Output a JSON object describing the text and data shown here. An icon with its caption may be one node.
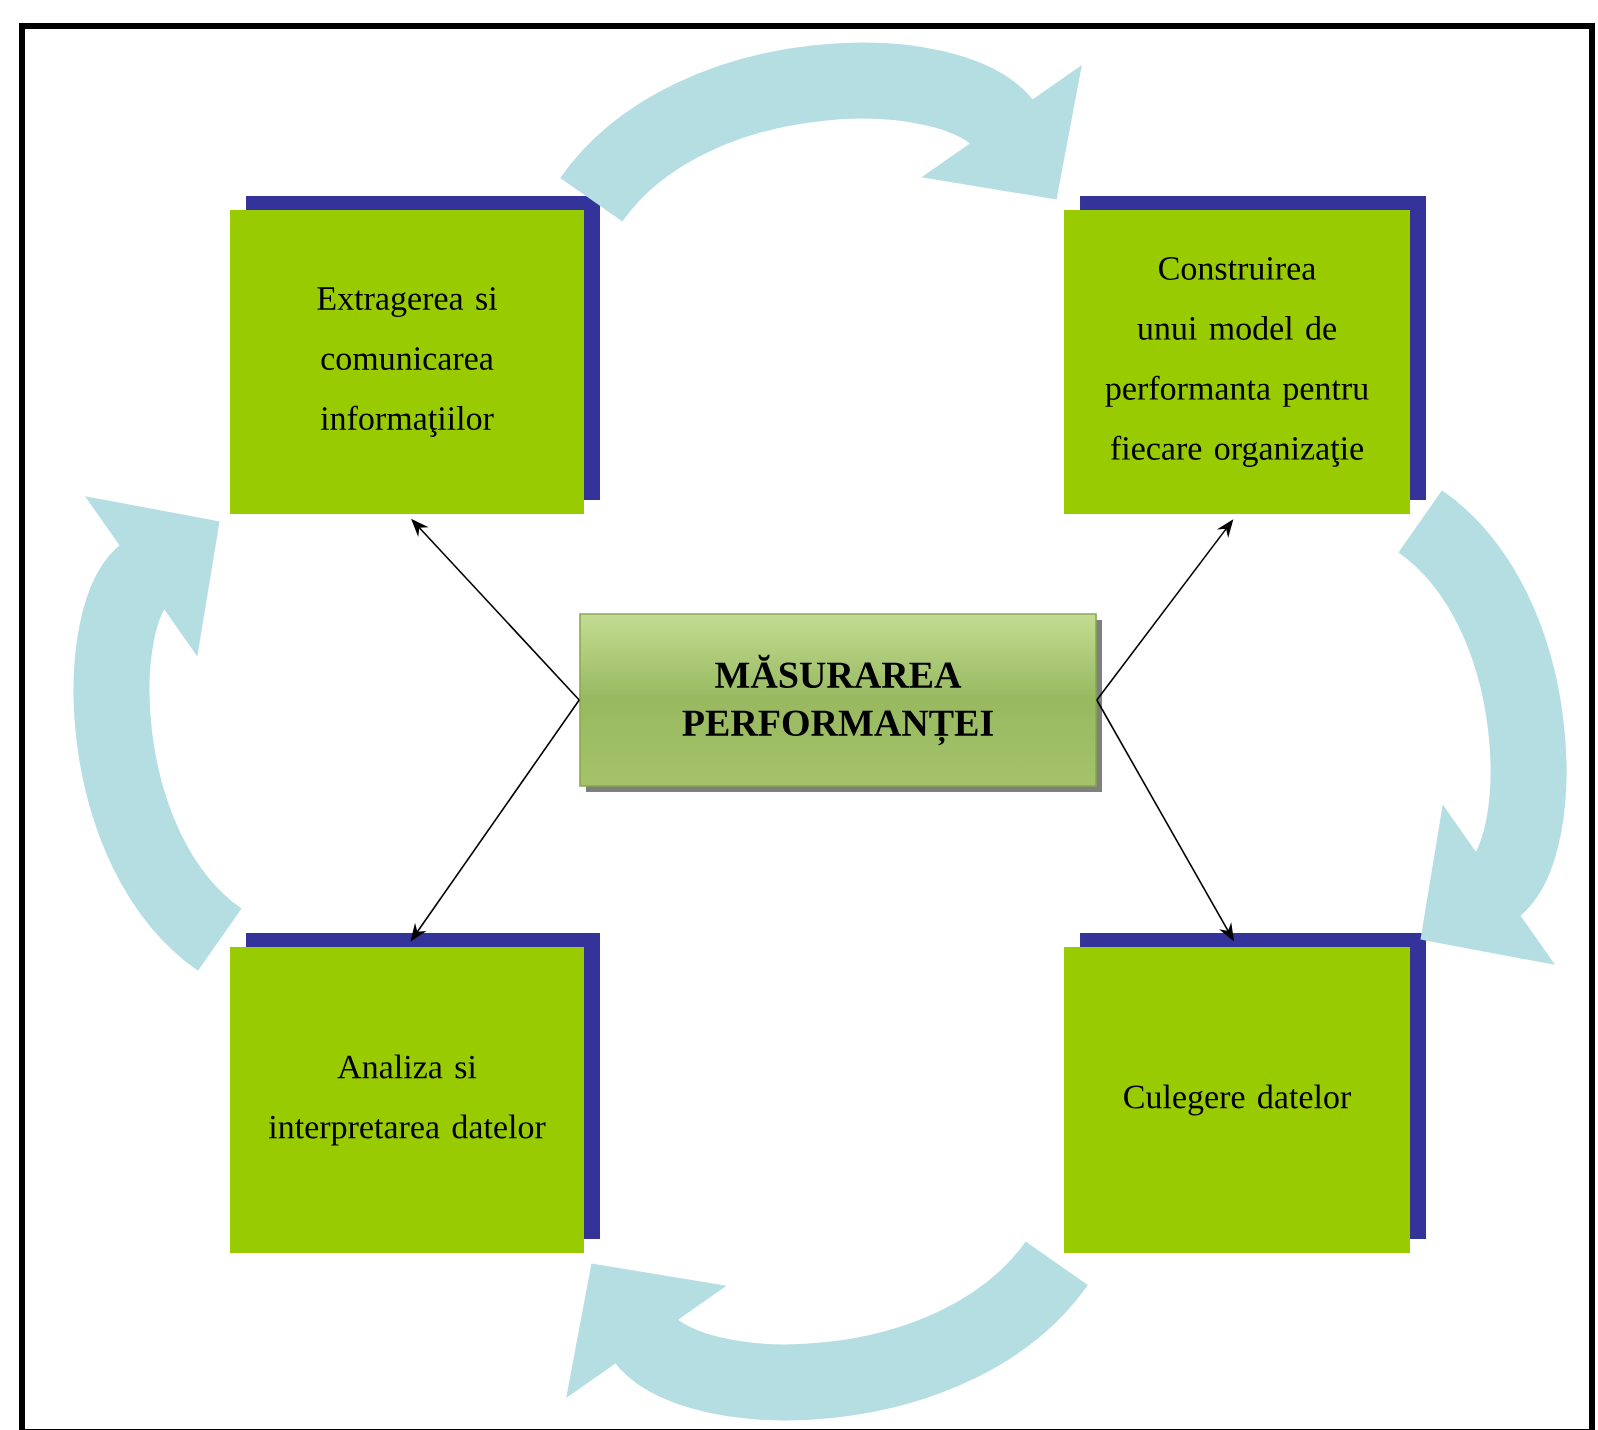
{
  "diagram": {
    "nodes": [
      {
        "text": [
          "MĂSURAREA PERFORMANȚEI"
        ]
      },
      {
        "text": [
          "Extragerea si comunicarea informaţiilor"
        ]
      },
      {
        "text": [
          "Construirea unui model de performanta pentru fiecare organizaţie"
        ]
      },
      {
        "text": [
          "Culegere datelor"
        ]
      },
      {
        "text": [
          "Analiza si interpretarea datelor"
        ]
      }
    ],
    "edges": [
      {
        "from": 0,
        "to": 1,
        "arrow": "to"
      },
      {
        "from": 0,
        "to": 2,
        "arrow": "to"
      },
      {
        "from": 0,
        "to": 3,
        "arrow": "to"
      },
      {
        "from": 0,
        "to": 4,
        "arrow": "to"
      },
      {
        "from": 1,
        "to": 2,
        "arrow": "to",
        "style": "thick",
        "color": "#b4dee2"
      },
      {
        "from": 2,
        "to": 3,
        "arrow": "to",
        "style": "thick",
        "color": "#b4dee2"
      },
      {
        "from": 3,
        "to": 4,
        "arrow": "to",
        "style": "thick",
        "color": "#b4dee2"
      },
      {
        "from": 4,
        "to": 1,
        "arrow": "to",
        "style": "thick",
        "color": "#b4dee2"
      }
    ]
  }
}
